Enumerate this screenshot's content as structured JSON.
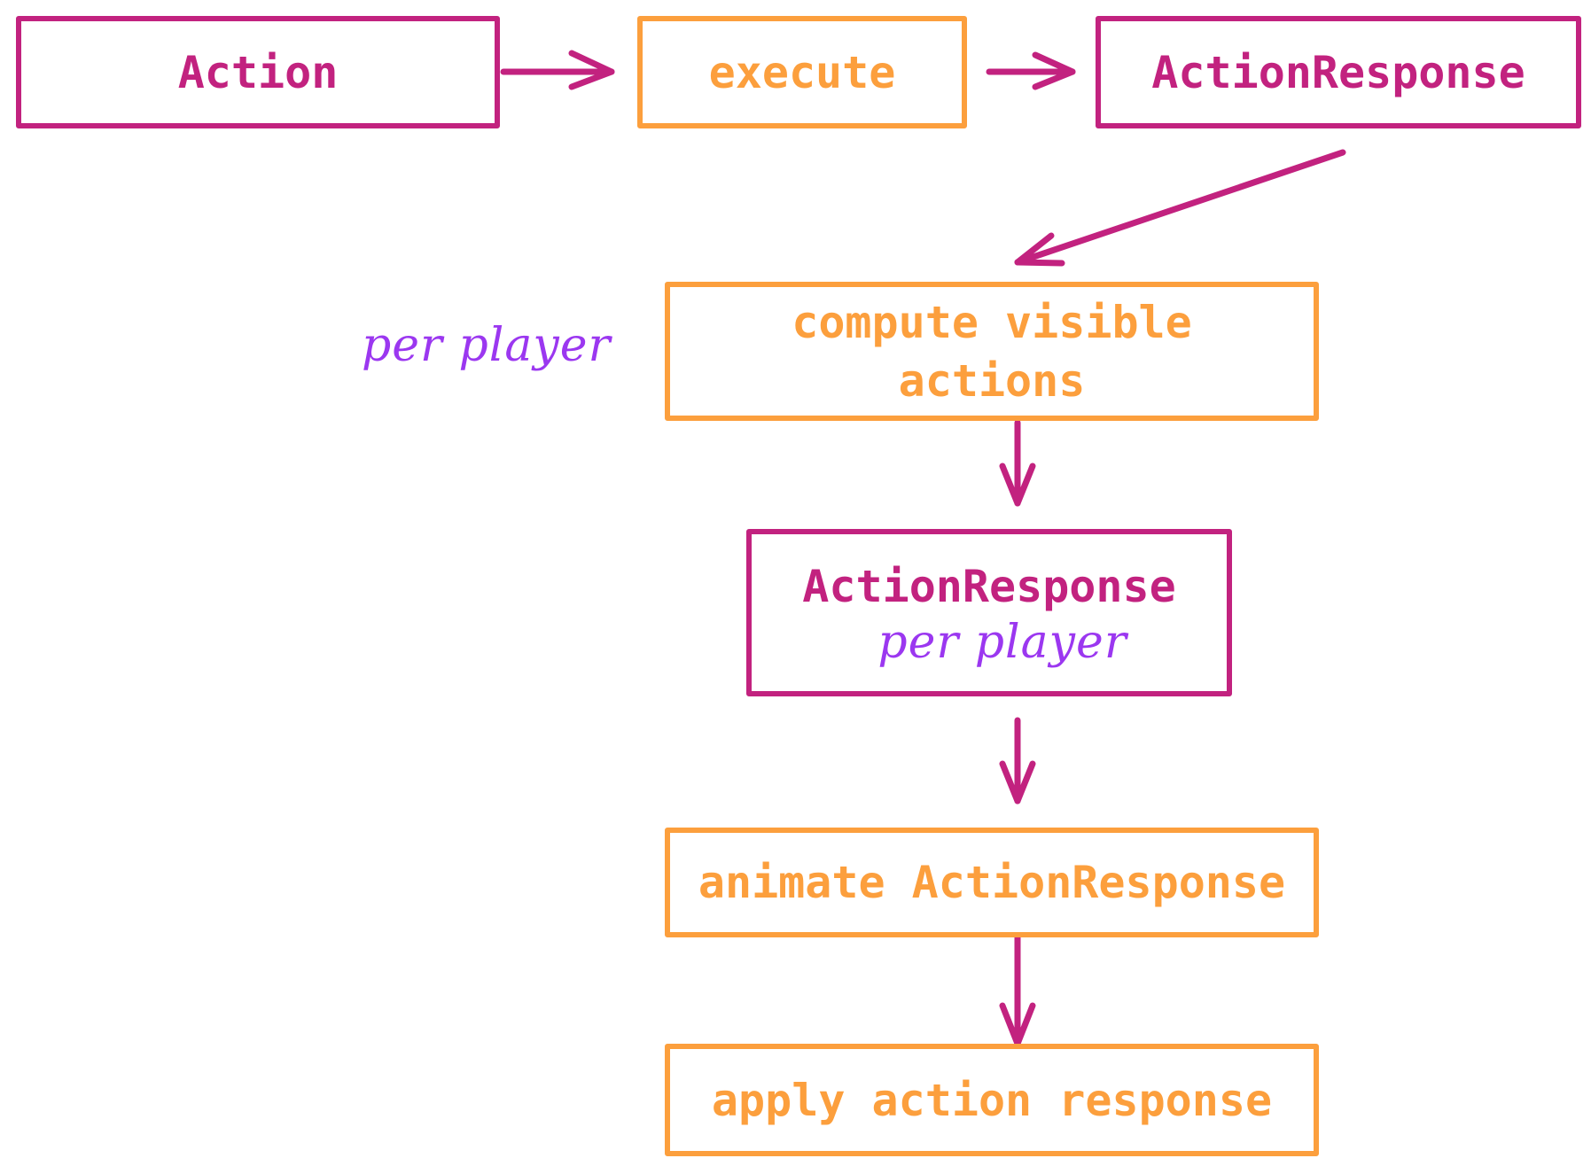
{
  "colors": {
    "data_type": "#c2227f",
    "process": "#fc9f3d",
    "annotation": "#9b37f0",
    "arrow": "#c2227f"
  },
  "nodes": {
    "action": {
      "label": "Action"
    },
    "execute": {
      "label": "execute"
    },
    "action_response": {
      "label": "ActionResponse"
    },
    "compute_visible": {
      "line1": "compute visible",
      "line2": "actions"
    },
    "action_response_per_player": {
      "label": "ActionResponse",
      "note": "per player"
    },
    "animate": {
      "label": "animate ActionResponse"
    },
    "apply": {
      "label": "apply action response"
    }
  },
  "annotations": {
    "per_player_side": "per player"
  }
}
